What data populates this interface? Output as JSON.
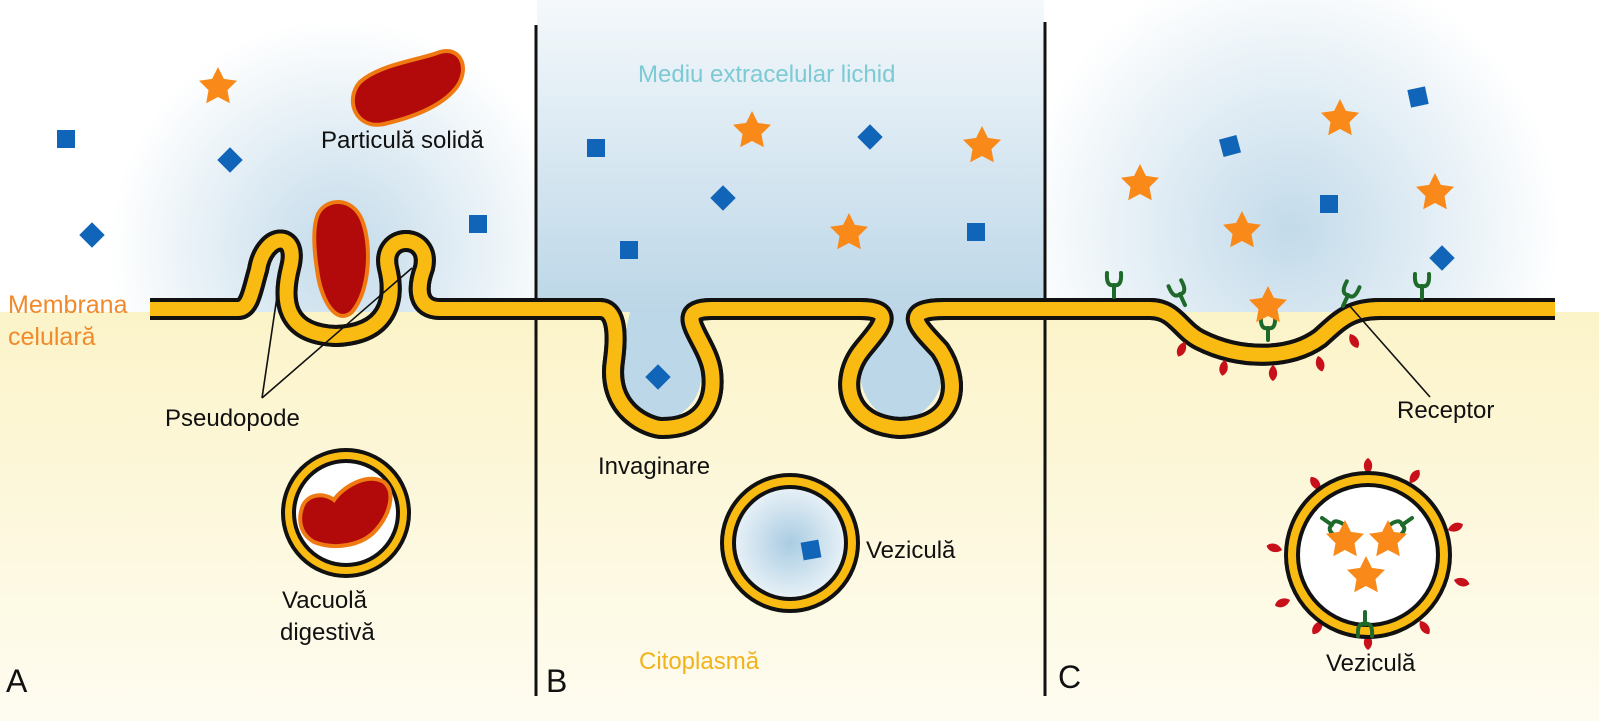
{
  "colors": {
    "membrane_fill": "#F9BB12",
    "membrane_outline": "#111111",
    "extracellular": "#B8D4E6",
    "cytoplasm": "#FBF3C6",
    "particle_fill": "#B20A0A",
    "particle_outline": "#F07A12",
    "star": "#F98A1A",
    "square": "#1165B8",
    "receptor": "#1E6A2A",
    "coat_protein": "#C8101A",
    "label_orange": "#F08A2A",
    "label_teal": "#7CCAD3",
    "label_yellow": "#F2B21C"
  },
  "labels": {
    "membrane": [
      "Membrana",
      "celulară"
    ],
    "solid_particle": "Particulă solidă",
    "pseudopods": "Pseudopode",
    "digestive_vacuole": [
      "Vacuolă",
      "digestivă"
    ],
    "extracellular_fluid": "Mediu extracelular lichid",
    "invagination": "Invaginare",
    "vesicle_b": "Veziculă",
    "cytoplasm": "Citoplasmă",
    "receptor": "Receptor",
    "vesicle_c": "Veziculă"
  },
  "panels": [
    {
      "letter": "A",
      "icon": "phagocytosis-panel"
    },
    {
      "letter": "B",
      "icon": "pinocytosis-panel"
    },
    {
      "letter": "C",
      "icon": "receptor-mediated-endocytosis-panel"
    }
  ]
}
